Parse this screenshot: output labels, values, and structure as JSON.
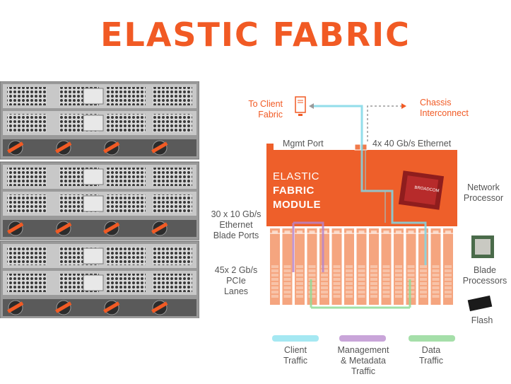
{
  "title": "ELASTIC FABRIC",
  "labels": {
    "to_client_fabric": [
      "To Client",
      "Fabric"
    ],
    "chassis_interconnect": [
      "Chassis",
      "Interconnect"
    ],
    "mgmt_port": "Mgmt Port",
    "ethernet_uplink": "4x 40 Gb/s Ethernet",
    "module": [
      "ELASTIC",
      "FABRIC",
      "MODULE"
    ],
    "network_processor": [
      "Network",
      "Processor"
    ],
    "blade_ports": [
      "30 x 10 Gb/s",
      "Ethernet",
      "Blade Ports"
    ],
    "pcie_lanes": [
      "45x 2 Gb/s",
      "PCIe",
      "Lanes"
    ],
    "blade_processors": [
      "Blade",
      "Processors"
    ],
    "flash": "Flash",
    "chip_marking": "BROADCOM"
  },
  "legend": [
    {
      "label": [
        "Client",
        "Traffic"
      ],
      "color": "#a5e8f2"
    },
    {
      "label": [
        "Management",
        "& Metadata",
        "Traffic"
      ],
      "color": "#c9a5d9"
    },
    {
      "label": [
        "Data",
        "Traffic"
      ],
      "color": "#a5dfa9"
    }
  ],
  "colors": {
    "accent": "#f15a24",
    "module": "#ee5f2a",
    "blade": "#f5a57f",
    "client_line": "#7fd7e6",
    "mgmt_line": "#b784c9",
    "data_line": "#8fdc96"
  },
  "blade_count": 15
}
